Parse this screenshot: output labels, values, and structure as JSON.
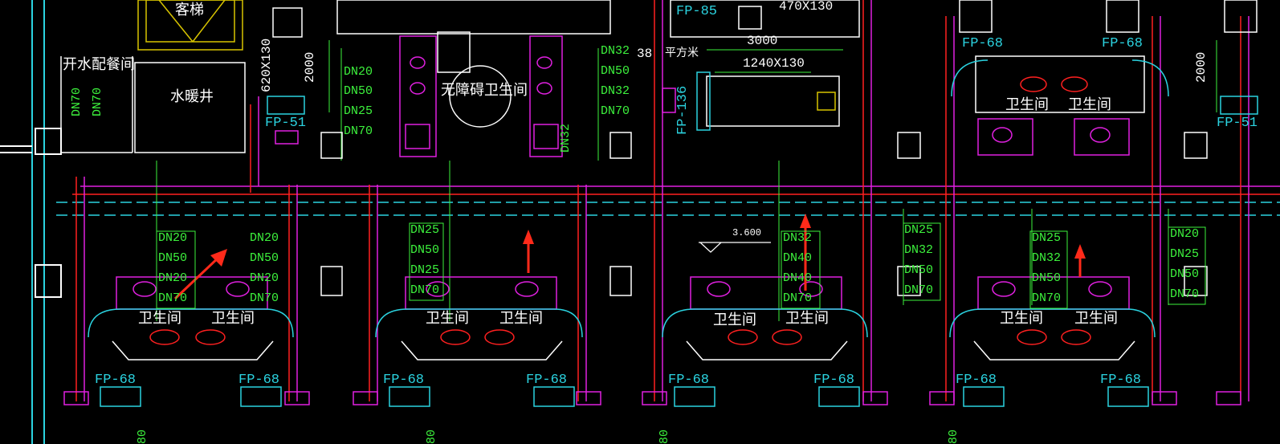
{
  "rooms": {
    "kitchen": "开水配餐间",
    "water_heating": "水暖井",
    "guest_elevator": "客梯",
    "accessible_wc": "无障碍卫生间",
    "area_unit": "平方米",
    "area_value": "38",
    "bathroom": "卫生间"
  },
  "fan_coils": {
    "fp51": "FP-51",
    "fp85": "FP-85",
    "fp136": "FP-136",
    "fp68": "FP-68"
  },
  "pipes": {
    "dn20": "DN20",
    "dn25": "DN25",
    "dn32": "DN32",
    "dn40": "DN40",
    "dn50": "DN50",
    "dn70": "DN70"
  },
  "dimensions": {
    "d620x130": "620X130",
    "d2000": "2000",
    "d3000": "3000",
    "d1240x130": "1240X130",
    "d470x130": "470X130",
    "level": "3.600",
    "d80": "80"
  },
  "colors": {
    "background": "#000000",
    "wall": "#ffffff",
    "duct": "#2bd3e0",
    "supply": "#ff2020",
    "return": "#e020e0",
    "label": "#3df23d",
    "arrow": "#ff2a1a"
  }
}
